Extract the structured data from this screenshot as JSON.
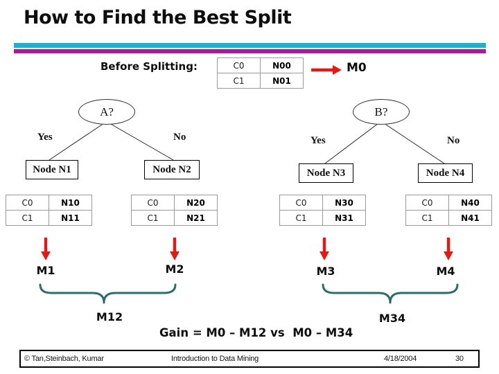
{
  "slide": {
    "title": "How to Find the Best Split",
    "before_label": "Before Splitting:",
    "m0_label": "M0",
    "gain_text": "Gain = M0 – M12 vs  M0 – M34"
  },
  "tree_a": {
    "root": "A?",
    "yes": "Yes",
    "no": "No",
    "left_node": "Node N1",
    "right_node": "Node N2"
  },
  "tree_b": {
    "root": "B?",
    "yes": "Yes",
    "no": "No",
    "left_node": "Node N3",
    "right_node": "Node N4"
  },
  "tables": {
    "before": {
      "rows": [
        [
          "C0",
          "N00"
        ],
        [
          "C1",
          "N01"
        ]
      ]
    },
    "n1": {
      "rows": [
        [
          "C0",
          "N10"
        ],
        [
          "C1",
          "N11"
        ]
      ]
    },
    "n2": {
      "rows": [
        [
          "C0",
          "N20"
        ],
        [
          "C1",
          "N21"
        ]
      ]
    },
    "n3": {
      "rows": [
        [
          "C0",
          "N30"
        ],
        [
          "C1",
          "N31"
        ]
      ]
    },
    "n4": {
      "rows": [
        [
          "C0",
          "N40"
        ],
        [
          "C1",
          "N41"
        ]
      ]
    }
  },
  "measures": {
    "m1": "M1",
    "m2": "M2",
    "m3": "M3",
    "m4": "M4",
    "m12": "M12",
    "m34": "M34"
  },
  "footer": {
    "copyright": "© Tan,Steinbach, Kumar",
    "center": "Introduction to Data Mining",
    "date": "4/18/2004",
    "page": "30"
  },
  "colors": {
    "bar_teal": "#27ADC9",
    "bar_magenta": "#A8199C",
    "arrow_red": "#E51812",
    "brace_teal": "#2E6B6B"
  }
}
